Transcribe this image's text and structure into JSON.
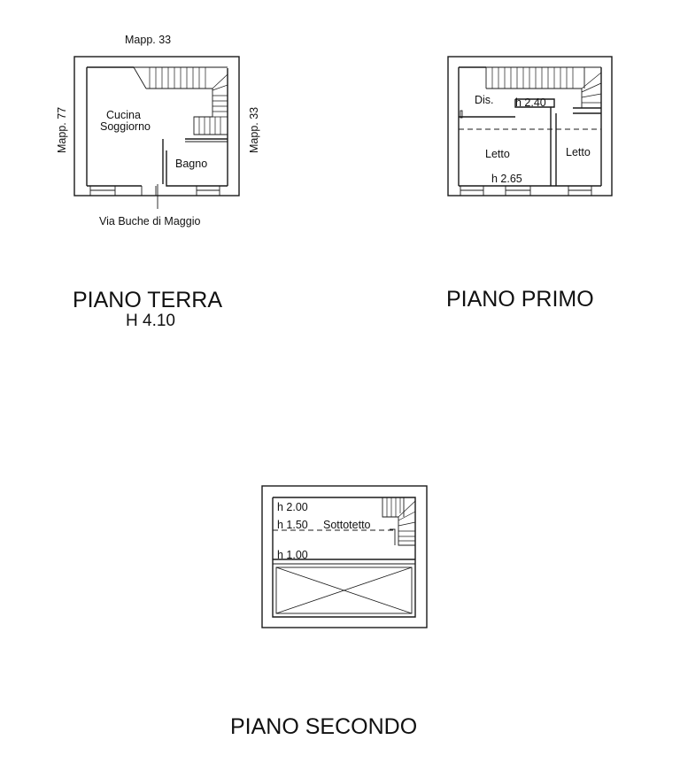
{
  "ground_floor": {
    "title": "PIANO TERRA",
    "height": "H 4.10",
    "neighbor_top": "Mapp. 33",
    "neighbor_left": "Mapp. 77",
    "neighbor_right": "Mapp. 33",
    "street": "Via Buche di Maggio",
    "rooms": {
      "kitchen_line1": "Cucina",
      "kitchen_line2": "Soggiorno",
      "bathroom": "Bagno"
    }
  },
  "first_floor": {
    "title": "PIANO PRIMO",
    "rooms": {
      "landing": "Dis.",
      "bedroom_left": "Letto",
      "bedroom_right": "Letto"
    },
    "heights": {
      "upper": "h 2.40",
      "lower": "h 2.65"
    }
  },
  "second_floor": {
    "title": "PIANO SECONDO",
    "rooms": {
      "attic": "Sottotetto"
    },
    "heights": {
      "top": "h 2.00",
      "middle": "h 1.50",
      "bottom": "h 1.00"
    }
  }
}
